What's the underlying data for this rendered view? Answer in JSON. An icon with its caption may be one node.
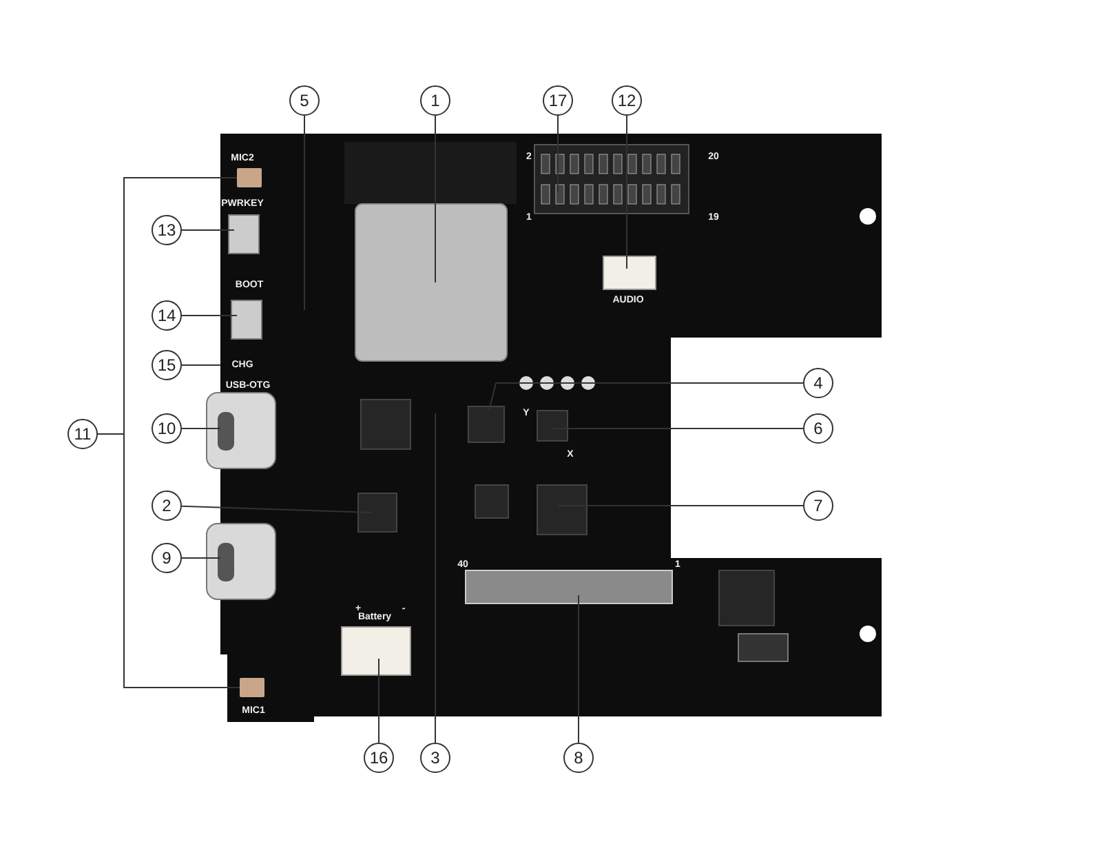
{
  "diagram": {
    "nodes": [
      {
        "text": [
          "5"
        ]
      },
      {
        "text": [
          "1"
        ]
      },
      {
        "text": [
          "17"
        ]
      },
      {
        "text": [
          "12"
        ]
      },
      {
        "text": [
          "13"
        ]
      },
      {
        "text": [
          "14"
        ]
      },
      {
        "text": [
          "15"
        ]
      },
      {
        "text": [
          "4"
        ]
      },
      {
        "text": [
          "10"
        ]
      },
      {
        "text": [
          "6"
        ]
      },
      {
        "text": [
          "11"
        ]
      },
      {
        "text": [
          "2"
        ]
      },
      {
        "text": [
          "7"
        ]
      },
      {
        "text": [
          "9"
        ]
      },
      {
        "text": [
          "16"
        ]
      },
      {
        "text": [
          "3"
        ]
      },
      {
        "text": [
          "8"
        ]
      },
      {
        "text": [],
        "shape": "box"
      },
      {
        "text": [],
        "shape": "box"
      }
    ],
    "edges": [
      {
        "from": 0,
        "to": null,
        "arrow": "none"
      },
      {
        "from": 1,
        "to": null,
        "arrow": "none"
      },
      {
        "from": 2,
        "to": null,
        "arrow": "none"
      },
      {
        "from": 3,
        "to": null,
        "arrow": "none"
      },
      {
        "from": 4,
        "to": null,
        "arrow": "none"
      },
      {
        "from": 5,
        "to": null,
        "arrow": "none"
      },
      {
        "from": 6,
        "to": null,
        "arrow": "none"
      },
      {
        "from": 7,
        "to": null,
        "arrow": "none"
      },
      {
        "from": 8,
        "to": null,
        "arrow": "none"
      },
      {
        "from": 9,
        "to": null,
        "arrow": "none"
      },
      {
        "from": 10,
        "to": 17,
        "arrow": "none"
      },
      {
        "from": 10,
        "to": 18,
        "arrow": "none"
      },
      {
        "from": 11,
        "to": null,
        "arrow": "none"
      },
      {
        "from": 12,
        "to": null,
        "arrow": "none"
      },
      {
        "from": 13,
        "to": null,
        "arrow": "none"
      },
      {
        "from": 14,
        "to": null,
        "arrow": "none"
      },
      {
        "from": 15,
        "to": null,
        "arrow": "none"
      },
      {
        "from": 16,
        "to": null,
        "arrow": "none"
      }
    ],
    "labels": [
      "MIC2",
      "2",
      "20",
      "PWRKEY",
      "1",
      "19",
      "BOOT",
      "AUDIO",
      "CHG",
      "USB-OTG",
      "Y",
      "X",
      "40",
      "1",
      "+",
      "-",
      "Battery",
      "MIC1"
    ]
  }
}
